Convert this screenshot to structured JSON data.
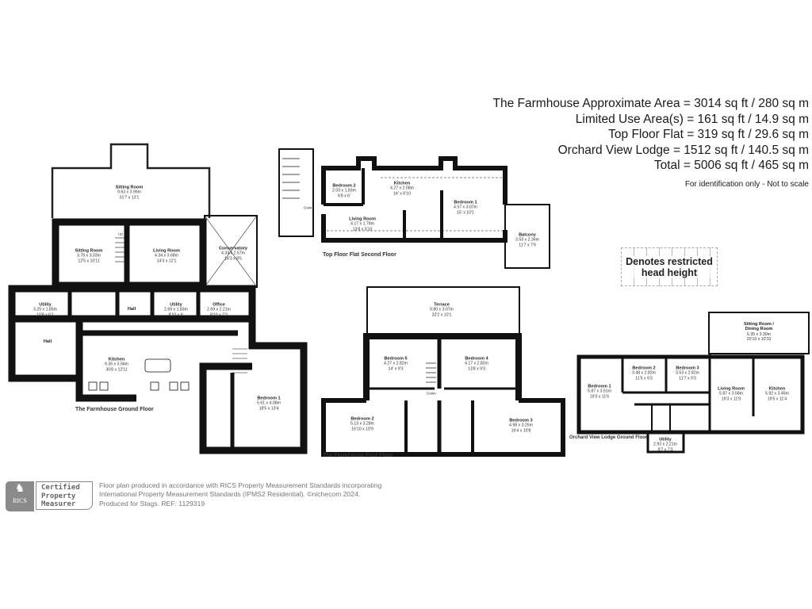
{
  "areas": {
    "lines": [
      "The Farmhouse Approximate Area = 3014 sq ft / 280 sq m",
      "Limited Use Area(s) = 161 sq ft / 14.9 sq m",
      "Top Floor Flat = 319 sq ft / 29.6 sq m",
      "Orchard View Lodge = 1512 sq ft / 140.5 sq m",
      "Total = 5006 sq ft / 465 sq m"
    ],
    "note": "For identification only - Not to scale"
  },
  "legend": {
    "restricted_line1": "Denotes restricted",
    "restricted_line2": "head height"
  },
  "ground_floor": {
    "title": "The Farmhouse Ground Floor",
    "rooms": [
      {
        "name": "Sitting Room",
        "metric": "9.63 x 3.99m",
        "imperial": "31'7 x 13'1"
      },
      {
        "name": "Sitting Room",
        "metric": "3.78 x 3.33m",
        "imperial": "12'5 x 10'11"
      },
      {
        "name": "Living Room",
        "metric": "4.34 x 3.68m",
        "imperial": "14'3 x 12'1"
      },
      {
        "name": "Conservatory",
        "metric": "4.34 x 2.57m",
        "imperial": "14'3 x 8'5"
      },
      {
        "name": "Utility",
        "metric": "3.25 x 1.85m",
        "imperial": "10'8 x 6'1"
      },
      {
        "name": "Hall",
        "metric": "",
        "imperial": ""
      },
      {
        "name": "Utility",
        "metric": "2.69 x 1.83m",
        "imperial": "8'10 x 6'"
      },
      {
        "name": "Office",
        "metric": "2.69 x 2.21m",
        "imperial": "8'10 x 7'3"
      },
      {
        "name": "Hall",
        "metric": "",
        "imperial": ""
      },
      {
        "name": "Kitchen",
        "metric": "9.35 x 3.94m",
        "imperial": "30'8 x 12'11"
      },
      {
        "name": "Bedroom 1",
        "metric": "5.61 x 4.08m",
        "imperial": "18'5 x 13'4"
      }
    ],
    "up_label": "Up"
  },
  "top_floor_flat": {
    "title": "Top Floor Flat Second Floor",
    "rooms": [
      {
        "name": "Bedroom 2",
        "metric": "2.03 x 1.83m",
        "imperial": "6'8 x 6'"
      },
      {
        "name": "Kitchen",
        "metric": "4.27 x 2.08m",
        "imperial": "14' x 6'10"
      },
      {
        "name": "Living Room",
        "metric": "4.17 x 1.78m",
        "imperial": "13'8 x 5'10"
      },
      {
        "name": "Bedroom 1",
        "metric": "4.57 x 3.07m",
        "imperial": "15' x 10'1"
      },
      {
        "name": "Balcony",
        "metric": "3.53 x 2.36m",
        "imperial": "11'7 x 7'9"
      }
    ],
    "down_label": "Down"
  },
  "first_floor": {
    "title": "The Farmhouse First Floor",
    "rooms": [
      {
        "name": "Terrace",
        "metric": "9.80 x 3.07m",
        "imperial": "32'2 x 10'1"
      },
      {
        "name": "Bedroom 5",
        "metric": "4.27 x 2.82m",
        "imperial": "14' x 9'3"
      },
      {
        "name": "Bedroom 4",
        "metric": "4.17 x 2.82m",
        "imperial": "13'8 x 9'3"
      },
      {
        "name": "Bedroom 2",
        "metric": "5.13 x 3.28m",
        "imperial": "16'10 x 10'9"
      },
      {
        "name": "Bedroom 3",
        "metric": "4.98 x 3.25m",
        "imperial": "16'4 x 10'8"
      }
    ],
    "down_label": "Down"
  },
  "orchard_view": {
    "title": "Orchard View Lodge Ground Floor",
    "rooms": [
      {
        "name": "Sitting Room / Dining Room",
        "metric": "6.35 x 3.30m",
        "imperial": "20'10 x 10'10"
      },
      {
        "name": "Bedroom 1",
        "metric": "5.87 x 3.51m",
        "imperial": "19'3 x 11'6"
      },
      {
        "name": "Bedroom 2",
        "metric": "3.48 x 2.82m",
        "imperial": "11'5 x 9'3"
      },
      {
        "name": "Bedroom 3",
        "metric": "3.53 x 2.82m",
        "imperial": "11'7 x 9'3"
      },
      {
        "name": "Living Room",
        "metric": "5.87 x 3.58m",
        "imperial": "19'3 x 11'9"
      },
      {
        "name": "Kitchen",
        "metric": "5.92 x 3.45m",
        "imperial": "19'5 x 11'4"
      },
      {
        "name": "Utility",
        "metric": "2.92 x 2.21m",
        "imperial": "9'7 x 7'3"
      }
    ]
  },
  "footer": {
    "logo_text": "RICS",
    "logo_caption": [
      "Certified",
      "Property",
      "Measurer"
    ],
    "lines": [
      "Floor plan produced in accordance with RICS Property Measurement Standards incorporating",
      "International Property Measurement Standards (IPMS2 Residential).   ©nichecom 2024.",
      "Produced for Stags.   REF: 1129319"
    ]
  }
}
